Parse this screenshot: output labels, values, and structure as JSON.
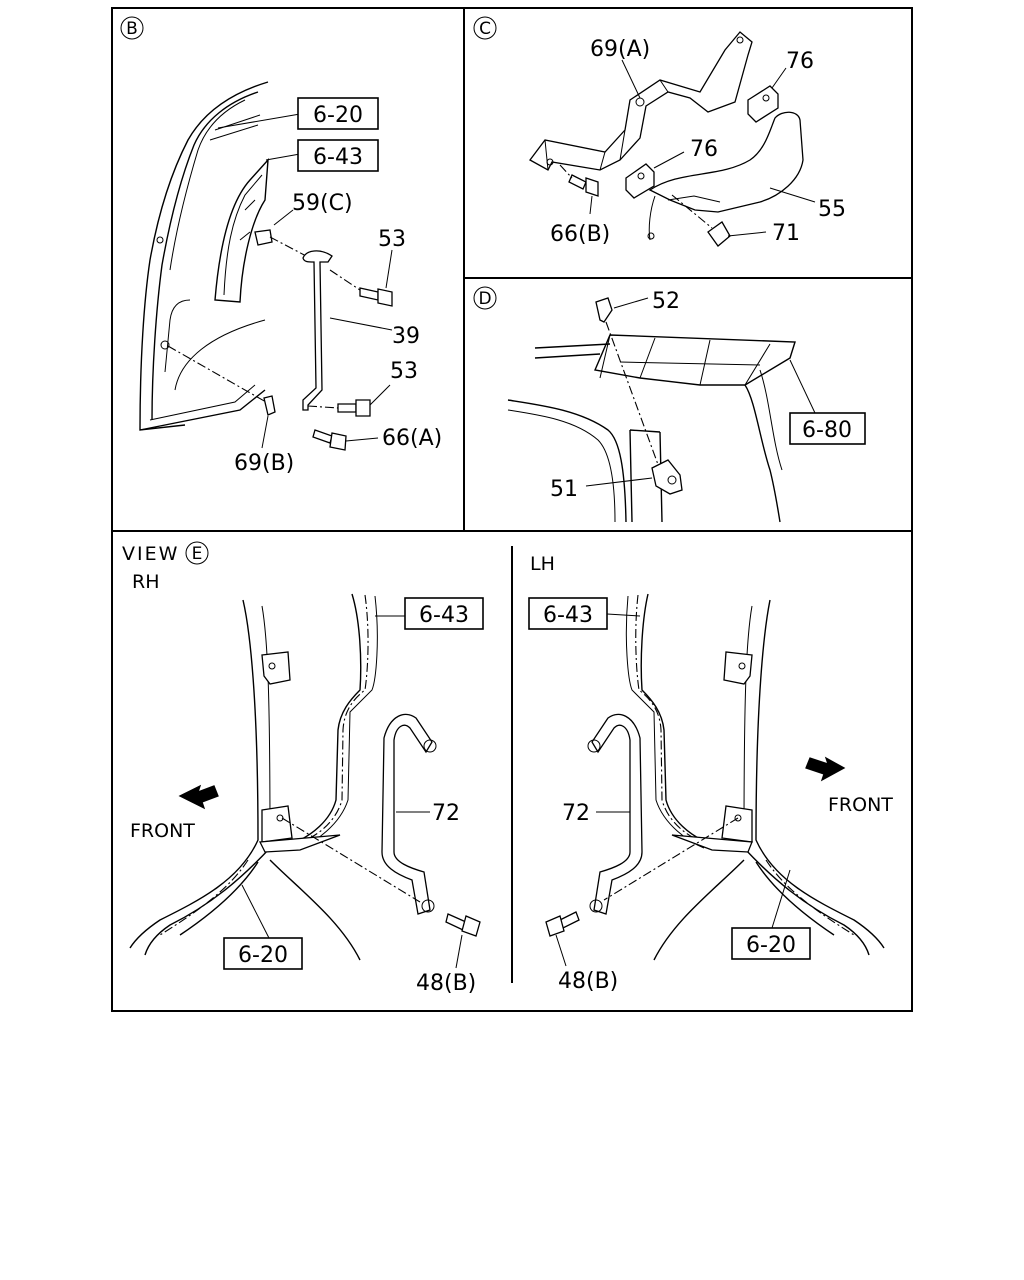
{
  "panels": {
    "b": {
      "marker": "B",
      "labels": {
        "ref_620": "6-20",
        "ref_643": "6-43",
        "clip_59c": "59(C)",
        "bolt_53_top": "53",
        "bracket_39": "39",
        "bolt_53_bottom": "53",
        "bolt_66a": "66(A)",
        "clip_69b": "69(B)"
      }
    },
    "c": {
      "marker": "C",
      "labels": {
        "bracket_69a": "69(A)",
        "cap_76_top": "76",
        "cap_76_mid": "76",
        "handle_55": "55",
        "screw_71": "71",
        "bolt_66b": "66(B)"
      }
    },
    "d": {
      "marker": "D",
      "labels": {
        "screw_52": "52",
        "ref_680": "6-80",
        "clip_51": "51"
      }
    },
    "e": {
      "view_title": "VIEW",
      "marker": "E",
      "rh": {
        "side_label": "RH",
        "ref_643": "6-43",
        "grip_72": "72",
        "front": "FRONT",
        "ref_620": "6-20",
        "bolt_48b": "48(B)"
      },
      "lh": {
        "side_label": "LH",
        "ref_643": "6-43",
        "grip_72": "72",
        "front": "FRONT",
        "ref_620": "6-20",
        "bolt_48b": "48(B)"
      }
    }
  }
}
